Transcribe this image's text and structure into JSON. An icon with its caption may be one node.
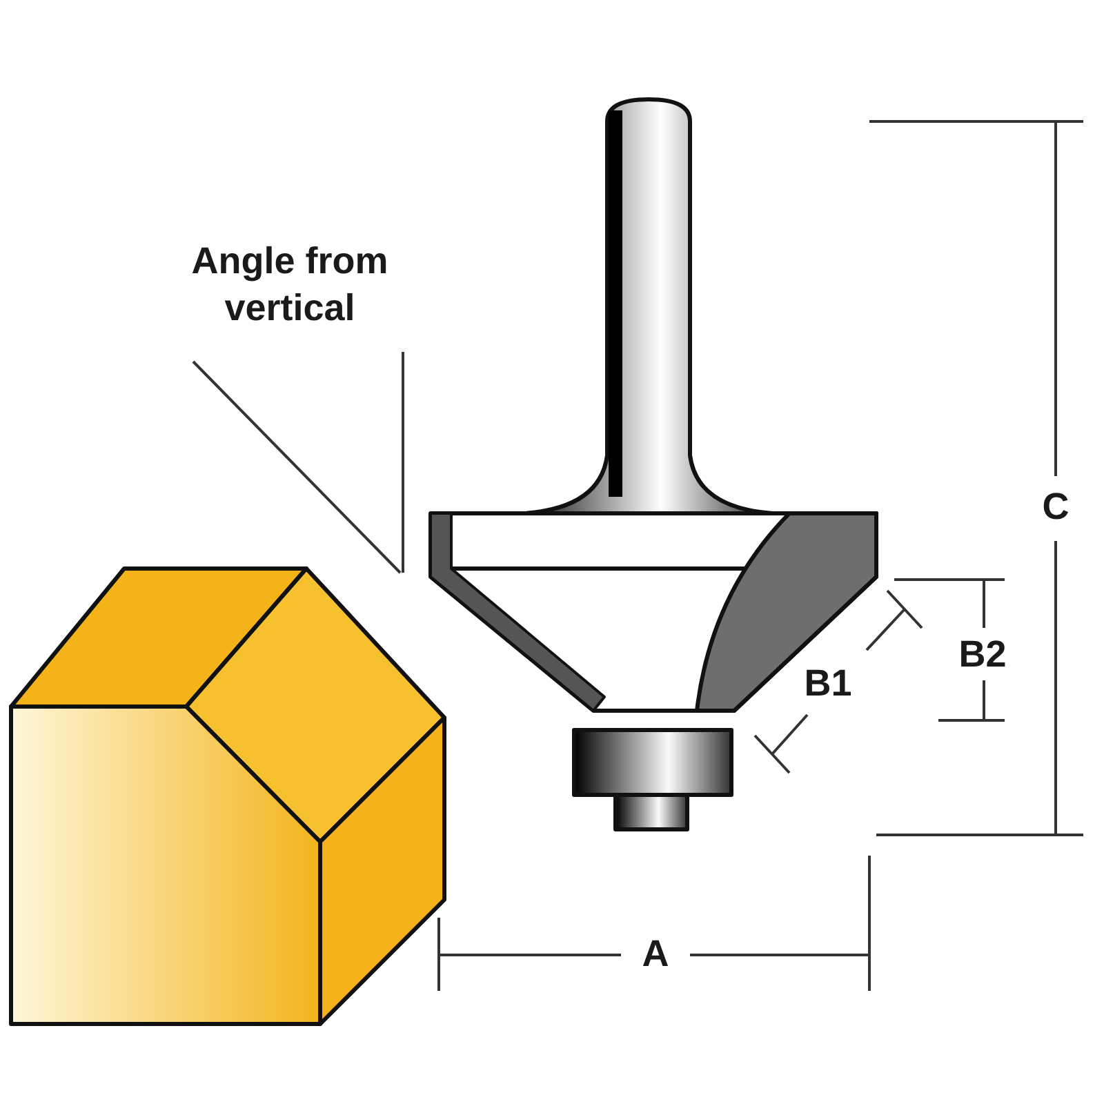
{
  "diagram": {
    "labels": [
      "Angle from vertical",
      "C",
      "B2",
      "B1",
      "A"
    ]
  }
}
